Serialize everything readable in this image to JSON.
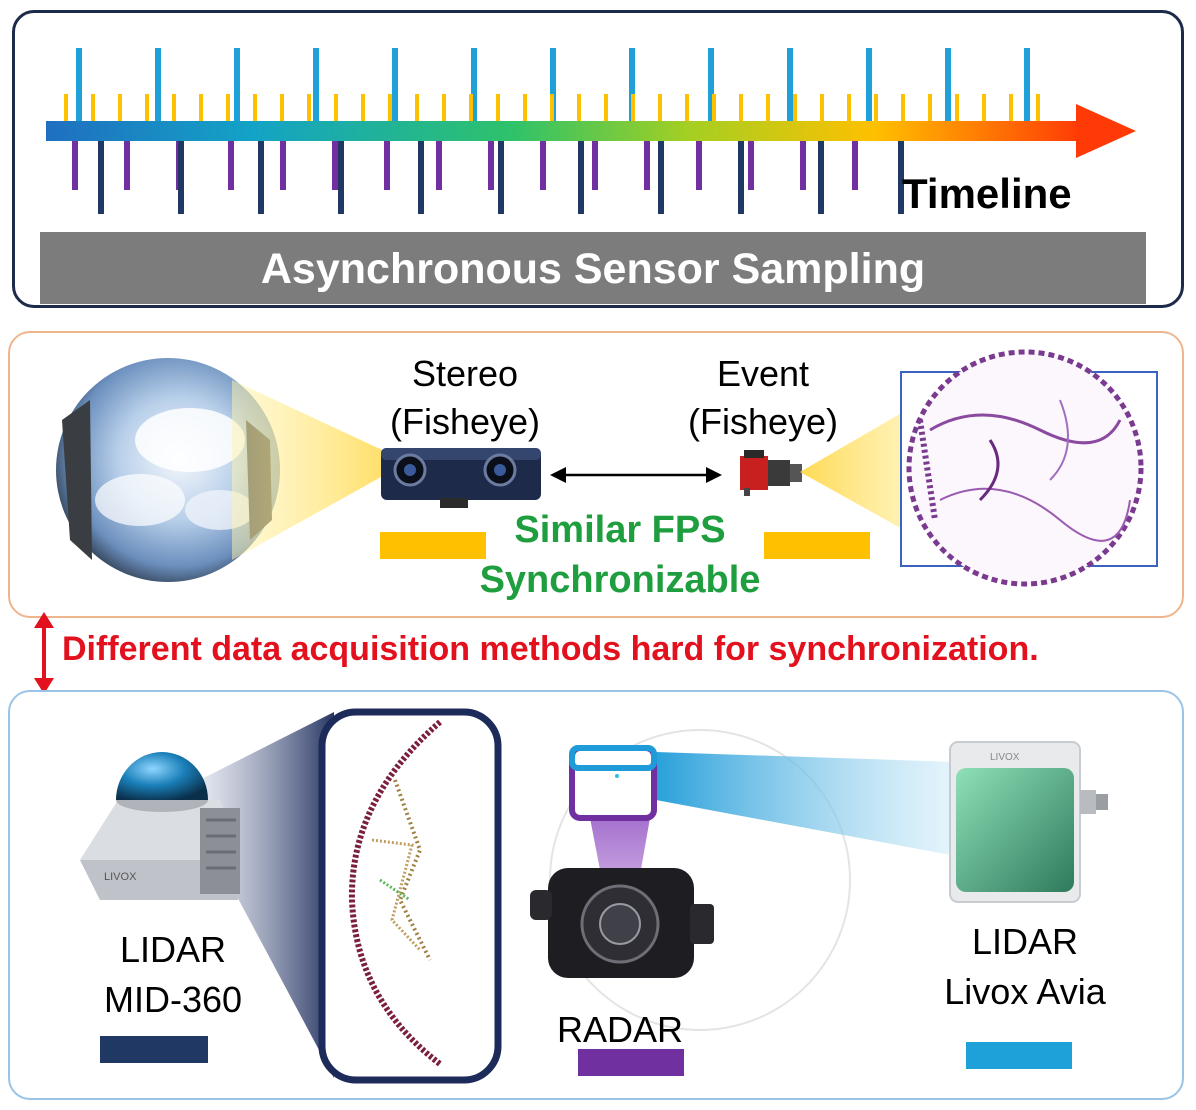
{
  "colors": {
    "camera_swatch": "#ffc000",
    "lidar_mid360_swatch": "#203864",
    "radar_swatch": "#7030a0",
    "lidar_avia_swatch": "#1ea0d8",
    "sync_text": "#1e9e3e",
    "warning_text": "#e2111d"
  },
  "timeline": {
    "label": "Timeline",
    "banner": "Asynchronous Sensor Sampling"
  },
  "cameras": {
    "stereo_label_line1": "Stereo",
    "stereo_label_line2": "(Fisheye)",
    "event_label_line1": "Event",
    "event_label_line2": "(Fisheye)",
    "sync_line1": "Similar FPS",
    "sync_line2": "Synchronizable"
  },
  "warning": "Different data acquisition methods hard for synchronization.",
  "sensors": {
    "mid360_line1": "LIDAR",
    "mid360_line2": "MID-360",
    "mid360_brand": "LIVOX",
    "radar": "RADAR",
    "avia_line1": "LIDAR",
    "avia_line2": "Livox Avia",
    "avia_brand": "LIVOX"
  },
  "icons": [
    "fisheye-sky-image",
    "stereo-camera-icon",
    "event-camera-icon",
    "event-frame-image",
    "lidar-mid360-icon",
    "point-cloud-image",
    "radar-icon",
    "lidar-avia-icon"
  ]
}
